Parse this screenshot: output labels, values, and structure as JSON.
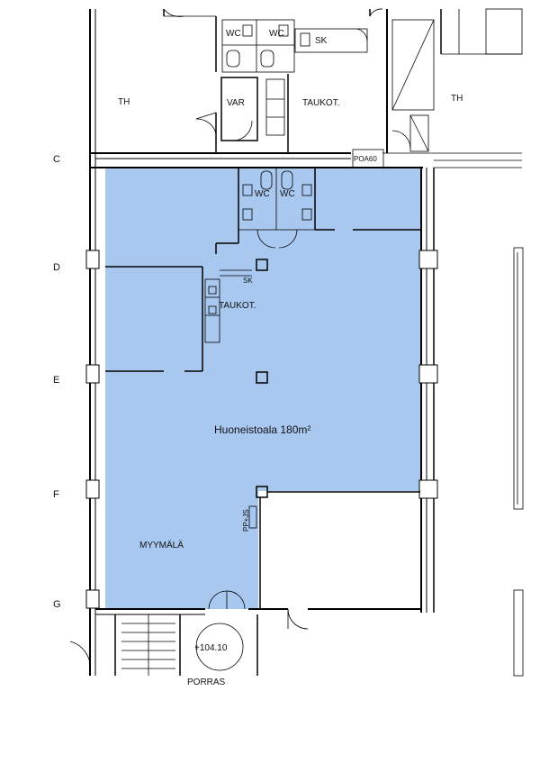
{
  "floor_plan": {
    "area_label": "Huoneistoala 180m²",
    "colors": {
      "highlight": "#a9c8f0",
      "wall": "#000000",
      "background": "#ffffff"
    },
    "grid_lines": [
      "C",
      "D",
      "E",
      "F",
      "G"
    ],
    "rooms": {
      "th_left": "TH",
      "th_right": "TH",
      "var": "VAR",
      "taukot_top": "TAUKOT.",
      "sk_top": "SK",
      "wc_top_1": "WC",
      "wc_top_2": "WC",
      "wc_mid_1": "WC",
      "wc_mid_2": "WC",
      "taukot_mid": "TAUKOT.",
      "sk_mid": "SK",
      "myymala": "MYYMÄLÄ",
      "poa60": "POA60",
      "pp_js": "PP+JS",
      "level": "+104.10",
      "porras": "PORRAS"
    }
  }
}
